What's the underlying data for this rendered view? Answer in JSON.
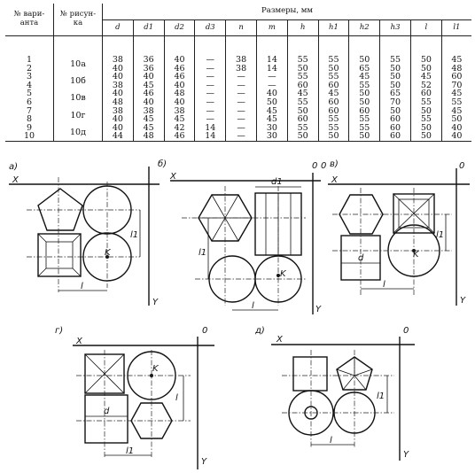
{
  "table": {
    "col_variant": "№ вари-\nанта",
    "col_figure": "№ рисун-\nка",
    "col_sizes": "Размеры, мм",
    "sub_headers": [
      "d",
      "d1",
      "d2",
      "d3",
      "n",
      "m",
      "h",
      "h1",
      "h2",
      "h3",
      "l",
      "l1"
    ],
    "variants": [
      "1",
      "2",
      "3",
      "4",
      "5",
      "6",
      "7",
      "8",
      "9",
      "10"
    ],
    "figures": [
      "10а",
      "10б",
      "10в",
      "10г",
      "10д"
    ],
    "rows": [
      [
        "38",
        "36",
        "40",
        "—",
        "38",
        "14",
        "55",
        "55",
        "50",
        "55",
        "50",
        "45"
      ],
      [
        "40",
        "36",
        "46",
        "—",
        "38",
        "14",
        "50",
        "50",
        "65",
        "50",
        "50",
        "48"
      ],
      [
        "40",
        "40",
        "46",
        "—",
        "—",
        "—",
        "55",
        "55",
        "45",
        "50",
        "45",
        "60"
      ],
      [
        "38",
        "45",
        "40",
        "—",
        "—",
        "—",
        "60",
        "60",
        "55",
        "50",
        "52",
        "70"
      ],
      [
        "40",
        "46",
        "48",
        "—",
        "—",
        "40",
        "45",
        "45",
        "50",
        "65",
        "60",
        "45"
      ],
      [
        "48",
        "40",
        "40",
        "—",
        "—",
        "50",
        "55",
        "60",
        "50",
        "70",
        "55",
        "55"
      ],
      [
        "38",
        "38",
        "38",
        "—",
        "—",
        "45",
        "50",
        "60",
        "60",
        "50",
        "50",
        "45"
      ],
      [
        "40",
        "45",
        "45",
        "—",
        "—",
        "45",
        "60",
        "55",
        "55",
        "60",
        "55",
        "50"
      ],
      [
        "40",
        "45",
        "42",
        "14",
        "—",
        "30",
        "55",
        "55",
        "55",
        "60",
        "50",
        "40"
      ],
      [
        "44",
        "48",
        "46",
        "14",
        "—",
        "30",
        "50",
        "50",
        "50",
        "60",
        "50",
        "40"
      ]
    ]
  },
  "drawings": {
    "a": {
      "tag": "а)",
      "x": "X",
      "y": "Y",
      "k": "K",
      "l": "l",
      "l1": "l1"
    },
    "b": {
      "tag": "б)",
      "x": "X",
      "y": "Y",
      "o": "0",
      "k": "K",
      "l": "l",
      "l1": "l1",
      "d1": "d1"
    },
    "v": {
      "tag": "в)",
      "x": "X",
      "y": "Y",
      "o": "0",
      "k": "K",
      "l": "l",
      "l1": "l1",
      "d": "d"
    },
    "g": {
      "tag": "г)",
      "x": "X",
      "y": "Y",
      "o": "0",
      "k": "K",
      "l": "l",
      "l1": "l1",
      "d": "d"
    },
    "dd": {
      "tag": "д)",
      "x": "X",
      "y": "Y",
      "o": "0",
      "l": "l",
      "l1": "l1"
    }
  }
}
